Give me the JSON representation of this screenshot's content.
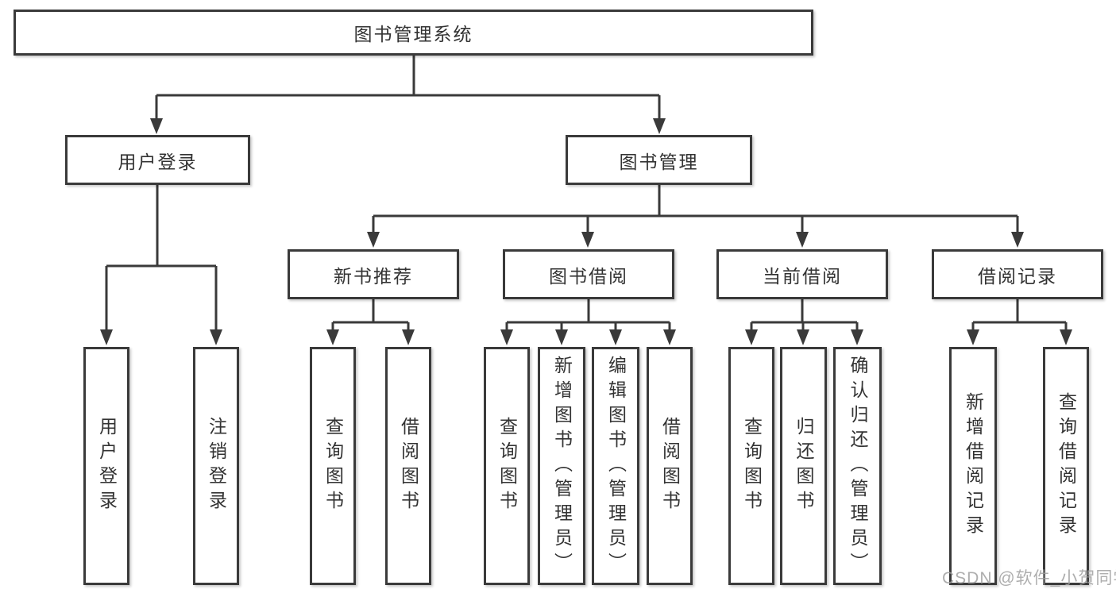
{
  "diagram_type": "tree",
  "tree": {
    "root": {
      "label": "图书管理系统"
    },
    "branches": [
      {
        "label": "用户登录",
        "children": [
          "用户登录",
          "注销登录"
        ]
      },
      {
        "label": "图书管理",
        "children": [
          {
            "label": "新书推荐",
            "children": [
              "查询图书",
              "借阅图书"
            ]
          },
          {
            "label": "图书借阅",
            "children": [
              "查询图书",
              "新增图书（管理员）",
              "编辑图书（管理员）",
              "借阅图书"
            ]
          },
          {
            "label": "当前借阅",
            "children": [
              "查询图书",
              "归还图书",
              "确认归还（管理员）"
            ]
          },
          {
            "label": "借阅记录",
            "children": [
              "新增借阅记录",
              "查询借阅记录"
            ]
          }
        ]
      }
    ]
  },
  "watermark": {
    "text": "CSDN @软件_小贺同学"
  },
  "colors": {
    "background": "#ffffff",
    "line": "#3a3a3a",
    "box_border": "#3a3a3a",
    "text": "#333333",
    "watermark": "#a0a0a0"
  }
}
